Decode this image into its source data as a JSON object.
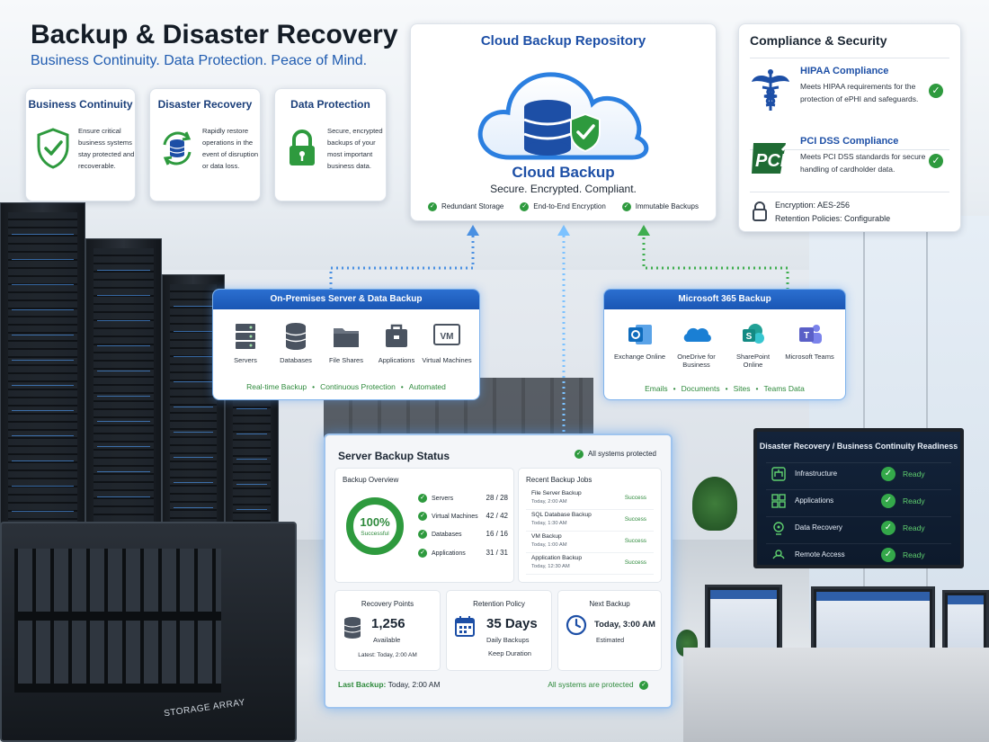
{
  "header": {
    "title": "Backup & Disaster Recovery",
    "subtitle": "Business Continuity. Data Protection. Peace of Mind."
  },
  "features": [
    {
      "title": "Business Continuity",
      "desc": "Ensure critical business systems stay protected and recoverable.",
      "icon": "shield-check-icon"
    },
    {
      "title": "Disaster Recovery",
      "desc": "Rapidly restore operations in the event of disruption or data loss.",
      "icon": "database-sync-icon"
    },
    {
      "title": "Data Protection",
      "desc": "Secure, encrypted backups of your most important business data.",
      "icon": "padlock-icon"
    }
  ],
  "repository": {
    "title": "Cloud Backup Repository",
    "cloud_name": "Cloud Backup",
    "tagline": "Secure. Encrypted. Compliant.",
    "features": [
      "Redundant Storage",
      "End-to-End Encryption",
      "Immutable Backups"
    ]
  },
  "compliance": {
    "title": "Compliance & Security",
    "items": [
      {
        "title": "HIPAA Compliance",
        "desc": "Meets HIPAA requirements for the protection of ePHI and safeguards.",
        "icon": "caduceus-icon"
      },
      {
        "title": "PCI DSS Compliance",
        "desc": "Meets PCI DSS standards for secure handling of cardholder data.",
        "icon": "pci-logo-icon"
      }
    ],
    "encryption": "Encryption: AES-256",
    "retention": "Retention Policies: Configurable"
  },
  "onprem": {
    "title": "On-Premises Server & Data Backup",
    "items": [
      {
        "label": "Servers",
        "icon": "server-icon"
      },
      {
        "label": "Databases",
        "icon": "database-icon"
      },
      {
        "label": "File Shares",
        "icon": "folder-icon"
      },
      {
        "label": "Applications",
        "icon": "briefcase-icon"
      },
      {
        "label": "Virtual Machines",
        "icon": "vm-icon",
        "badge": "VM"
      }
    ],
    "footer": [
      "Real-time Backup",
      "Continuous Protection",
      "Automated"
    ]
  },
  "m365": {
    "title": "Microsoft 365 Backup",
    "items": [
      {
        "label": "Exchange Online",
        "icon": "outlook-icon",
        "color": "#0f6cbd"
      },
      {
        "label": "OneDrive for Business",
        "icon": "onedrive-icon",
        "color": "#1a7fd4"
      },
      {
        "label": "SharePoint Online",
        "icon": "sharepoint-icon",
        "color": "#138a83"
      },
      {
        "label": "Microsoft Teams",
        "icon": "teams-icon",
        "color": "#5a5fc7"
      }
    ],
    "footer": [
      "Emails",
      "Documents",
      "Sites",
      "Teams Data"
    ]
  },
  "dashboard": {
    "title": "Server Backup Status",
    "status": "All systems protected",
    "overview": {
      "title": "Backup Overview",
      "percent_label": "100%",
      "percent": 100,
      "caption": "Successful",
      "rows": [
        {
          "label": "Servers",
          "value": "28 / 28"
        },
        {
          "label": "Virtual Machines",
          "value": "42 / 42"
        },
        {
          "label": "Databases",
          "value": "16 / 16"
        },
        {
          "label": "Applications",
          "value": "31 / 31"
        }
      ]
    },
    "jobs": {
      "title": "Recent Backup Jobs",
      "items": [
        {
          "name": "File Server Backup",
          "time": "Today, 2:00 AM",
          "status": "Success"
        },
        {
          "name": "SQL Database Backup",
          "time": "Today, 1:30 AM",
          "status": "Success"
        },
        {
          "name": "VM Backup",
          "time": "Today, 1:00 AM",
          "status": "Success"
        },
        {
          "name": "Application Backup",
          "time": "Today, 12:30 AM",
          "status": "Success"
        }
      ]
    },
    "recovery": {
      "title": "Recovery Points",
      "value": "1,256",
      "sub": "Available",
      "latest": "Latest: Today, 2:00 AM"
    },
    "retention": {
      "title": "Retention Policy",
      "value": "35 Days",
      "sub": "Daily Backups",
      "sub2": "Keep Duration"
    },
    "next": {
      "title": "Next Backup",
      "value": "Today, 3:00 AM",
      "sub": "Estimated"
    },
    "last_backup_label": "Last Backup:",
    "last_backup_value": "Today, 2:00 AM",
    "footer_status": "All systems are protected"
  },
  "dr": {
    "title": "Disaster Recovery / Business Continuity Readiness",
    "rows": [
      {
        "label": "Infrastructure",
        "status": "Ready",
        "icon": "network-icon"
      },
      {
        "label": "Applications",
        "status": "Ready",
        "icon": "apps-icon"
      },
      {
        "label": "Data Recovery",
        "status": "Ready",
        "icon": "recovery-icon"
      },
      {
        "label": "Remote Access",
        "status": "Ready",
        "icon": "remote-icon"
      }
    ]
  },
  "scene": {
    "storage_label": "STORAGE ARRAY"
  },
  "colors": {
    "brand_blue": "#1d4fa6",
    "success_green": "#2e9a3e",
    "panel_header": "#1a56b4"
  }
}
